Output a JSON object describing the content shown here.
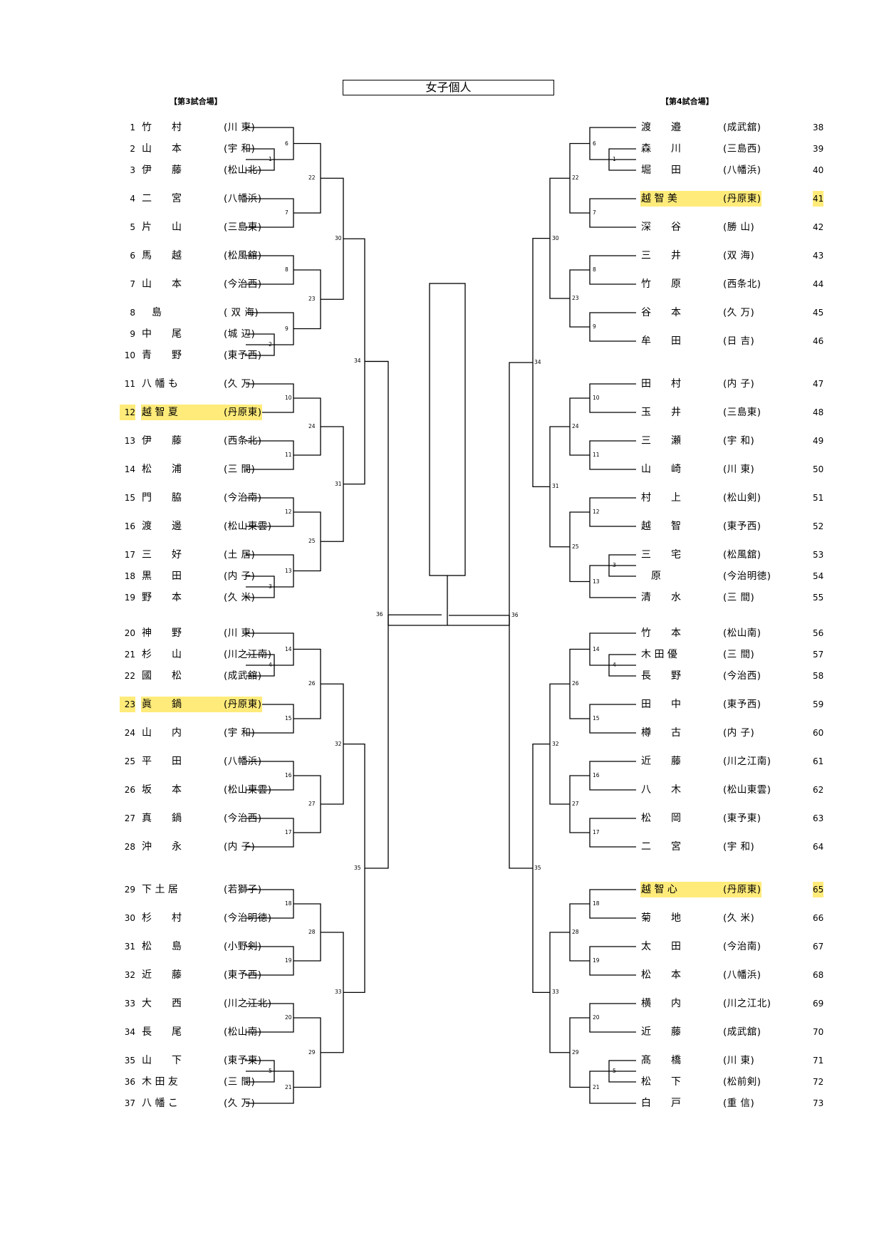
{
  "title": "女子個人",
  "venues": {
    "left": "【第3試合場】",
    "right": "【第4試合場】"
  },
  "left_entries": [
    {
      "num": "1",
      "name": "竹　　村",
      "school": "(川 東)"
    },
    {
      "num": "2",
      "name": "山　　本",
      "school": "(宇 和)"
    },
    {
      "num": "3",
      "name": "伊　　藤",
      "school": "(松山北)"
    },
    {
      "num": "4",
      "name": "二　　宮",
      "school": "(八幡浜)"
    },
    {
      "num": "5",
      "name": "片　　山",
      "school": "(三島東)"
    },
    {
      "num": "6",
      "name": "馬　　越",
      "school": "(松風舘)"
    },
    {
      "num": "7",
      "name": "山　　本",
      "school": "(今治西)"
    },
    {
      "num": "8",
      "name": "　島　",
      "school": "( 双 海)"
    },
    {
      "num": "9",
      "name": "中　　尾",
      "school": "(城 辺)"
    },
    {
      "num": "10",
      "name": "青　　野",
      "school": "(東予西)"
    },
    {
      "num": "11",
      "name": "八 幡 も",
      "school": "(久 万)"
    },
    {
      "num": "12",
      "name": "越 智 夏",
      "school": "(丹原東)"
    },
    {
      "num": "13",
      "name": "伊　　藤",
      "school": "(西条北)"
    },
    {
      "num": "14",
      "name": "松　　浦",
      "school": "(三 間)"
    },
    {
      "num": "15",
      "name": "門　　脇",
      "school": "(今治南)"
    },
    {
      "num": "16",
      "name": "渡　　邊",
      "school": "(松山東雲)"
    },
    {
      "num": "17",
      "name": "三　　好",
      "school": "(土 居)"
    },
    {
      "num": "18",
      "name": "黒　　田",
      "school": "(内 子)"
    },
    {
      "num": "19",
      "name": "野　　本",
      "school": "(久 米)"
    },
    {
      "num": "20",
      "name": "神　　野",
      "school": "(川 東)"
    },
    {
      "num": "21",
      "name": "杉　　山",
      "school": "(川之江南)"
    },
    {
      "num": "22",
      "name": "國　　松",
      "school": "(成武舘)"
    },
    {
      "num": "23",
      "name": "眞　　鍋",
      "school": "(丹原東)"
    },
    {
      "num": "24",
      "name": "山　　内",
      "school": "(宇 和)"
    },
    {
      "num": "25",
      "name": "平　　田",
      "school": "(八幡浜)"
    },
    {
      "num": "26",
      "name": "坂　　本",
      "school": "(松山東雲)"
    },
    {
      "num": "27",
      "name": "真　　鍋",
      "school": "(今治西)"
    },
    {
      "num": "28",
      "name": "沖　　永",
      "school": "(内 子)"
    },
    {
      "num": "29",
      "name": "下 土 居",
      "school": "(若獅子)"
    },
    {
      "num": "30",
      "name": "杉　　村",
      "school": "(今治明徳)"
    },
    {
      "num": "31",
      "name": "松　　島",
      "school": "(小野剣)"
    },
    {
      "num": "32",
      "name": "近　　藤",
      "school": "(東予西)"
    },
    {
      "num": "33",
      "name": "大　　西",
      "school": "(川之江北)"
    },
    {
      "num": "34",
      "name": "長　　尾",
      "school": "(松山南)"
    },
    {
      "num": "35",
      "name": "山　　下",
      "school": "(東予東)"
    },
    {
      "num": "36",
      "name": "木 田 友",
      "school": "(三 間)"
    },
    {
      "num": "37",
      "name": "八 幡 こ",
      "school": "(久 万)"
    }
  ],
  "right_entries": [
    {
      "num": "38",
      "name": "渡　　邉",
      "school": "(成武舘)"
    },
    {
      "num": "39",
      "name": "森　　川",
      "school": "(三島西)"
    },
    {
      "num": "40",
      "name": "堀　　田",
      "school": "(八幡浜)"
    },
    {
      "num": "41",
      "name": "越 智 美",
      "school": "(丹原東)"
    },
    {
      "num": "42",
      "name": "深　　谷",
      "school": "(勝 山)"
    },
    {
      "num": "43",
      "name": "三　　井",
      "school": "(双 海)"
    },
    {
      "num": "44",
      "name": "竹　　原",
      "school": "(西条北)"
    },
    {
      "num": "45",
      "name": "谷　　本",
      "school": "(久 万)"
    },
    {
      "num": "46",
      "name": "牟　　田",
      "school": "(日 吉)"
    },
    {
      "num": "47",
      "name": "田　　村",
      "school": "(内 子)"
    },
    {
      "num": "48",
      "name": "玉　　井",
      "school": "(三島東)"
    },
    {
      "num": "49",
      "name": "三　　瀬",
      "school": "(宇 和)"
    },
    {
      "num": "50",
      "name": "山　　崎",
      "school": "(川 東)"
    },
    {
      "num": "51",
      "name": "村　　上",
      "school": "(松山剣)"
    },
    {
      "num": "52",
      "name": "越　　智",
      "school": "(東予西)"
    },
    {
      "num": "53",
      "name": "三　　宅",
      "school": "(松風舘)"
    },
    {
      "num": "54",
      "name": "　原　",
      "school": "(今治明徳)"
    },
    {
      "num": "55",
      "name": "清　　水",
      "school": "(三 間)"
    },
    {
      "num": "56",
      "name": "竹　　本",
      "school": "(松山南)"
    },
    {
      "num": "57",
      "name": "木 田 優",
      "school": "(三 間)"
    },
    {
      "num": "58",
      "name": "長　　野",
      "school": "(今治西)"
    },
    {
      "num": "59",
      "name": "田　　中",
      "school": "(東予西)"
    },
    {
      "num": "60",
      "name": "樽　　古",
      "school": "(内 子)"
    },
    {
      "num": "61",
      "name": "近　　藤",
      "school": "(川之江南)"
    },
    {
      "num": "62",
      "name": "八　　木",
      "school": "(松山東雲)"
    },
    {
      "num": "63",
      "name": "松　　岡",
      "school": "(東予東)"
    },
    {
      "num": "64",
      "name": "二　　宮",
      "school": "(宇 和)"
    },
    {
      "num": "65",
      "name": "越 智 心",
      "school": "(丹原東)"
    },
    {
      "num": "66",
      "name": "菊　　地",
      "school": "(久 米)"
    },
    {
      "num": "67",
      "name": "太　　田",
      "school": "(今治南)"
    },
    {
      "num": "68",
      "name": "松　　本",
      "school": "(八幡浜)"
    },
    {
      "num": "69",
      "name": "横　　内",
      "school": "(川之江北)"
    },
    {
      "num": "70",
      "name": "近　　藤",
      "school": "(成武舘)"
    },
    {
      "num": "71",
      "name": "髙　　橋",
      "school": "(川 東)"
    },
    {
      "num": "72",
      "name": "松　　下",
      "school": "(松前剣)"
    },
    {
      "num": "73",
      "name": "白　　戸",
      "school": "(重 信)"
    }
  ],
  "highlight_color": "#ffeb7a",
  "highlighted_entries": [
    "12",
    "23",
    "41",
    "65"
  ],
  "match_numbers": {
    "left": [
      "1",
      "2",
      "3",
      "4",
      "5",
      "6",
      "7",
      "8",
      "9",
      "10",
      "11",
      "12",
      "13",
      "14",
      "15",
      "16",
      "17",
      "18",
      "19",
      "20",
      "21",
      "22",
      "23",
      "24",
      "25",
      "26",
      "27",
      "28",
      "29",
      "30",
      "31",
      "32",
      "33",
      "34",
      "35",
      "36",
      "21"
    ],
    "right": [
      "1",
      "2",
      "3",
      "4",
      "5",
      "6",
      "7",
      "8",
      "9",
      "10",
      "11",
      "12",
      "13",
      "14",
      "15",
      "16",
      "17",
      "18",
      "19",
      "20",
      "21",
      "22",
      "23",
      "24",
      "25",
      "26",
      "27",
      "28",
      "29",
      "30",
      "31",
      "32",
      "33",
      "34",
      "35",
      "36"
    ]
  }
}
